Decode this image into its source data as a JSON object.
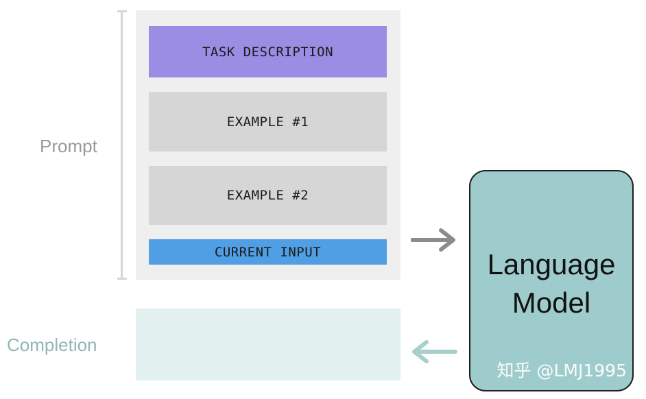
{
  "labels": {
    "prompt": "Prompt",
    "completion": "Completion"
  },
  "prompt_blocks": {
    "task": "TASK DESCRIPTION",
    "example1": "EXAMPLE #1",
    "example2": "EXAMPLE #2",
    "current_input": "CURRENT INPUT"
  },
  "model": {
    "line1": "Language",
    "line2": "Model"
  },
  "watermark": "知乎 @LMJ1995",
  "colors": {
    "task": "#9b8de3",
    "example": "#d6d6d6",
    "current_input": "#509ee4",
    "prompt_panel": "#efefef",
    "completion_panel": "#e3f0f0",
    "model_box": "#9ecbcb",
    "arrow_in": "#8c8c8c",
    "arrow_out": "#a7cfcb"
  }
}
